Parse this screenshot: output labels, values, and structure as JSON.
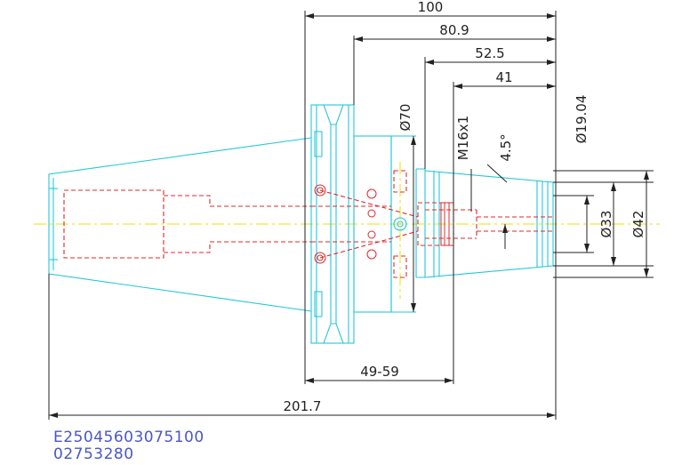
{
  "dimensions": {
    "total_length": "201.7",
    "d100": "100",
    "d80_9": "80.9",
    "d52_5": "52.5",
    "d41": "41",
    "range": "49-59",
    "phi70": "Ø70",
    "thread": "M16x1",
    "angle": "4.5°",
    "phi19": "Ø19.04",
    "phi33": "Ø33",
    "phi42": "Ø42"
  },
  "codes": {
    "line1": "E25045603075100",
    "line2": "02753280"
  },
  "colors": {
    "outline": "#22c8d8",
    "hidden": "#e02828",
    "centerline": "#e8e000",
    "dimension": "#222222",
    "code_text": "#4a57c8"
  }
}
